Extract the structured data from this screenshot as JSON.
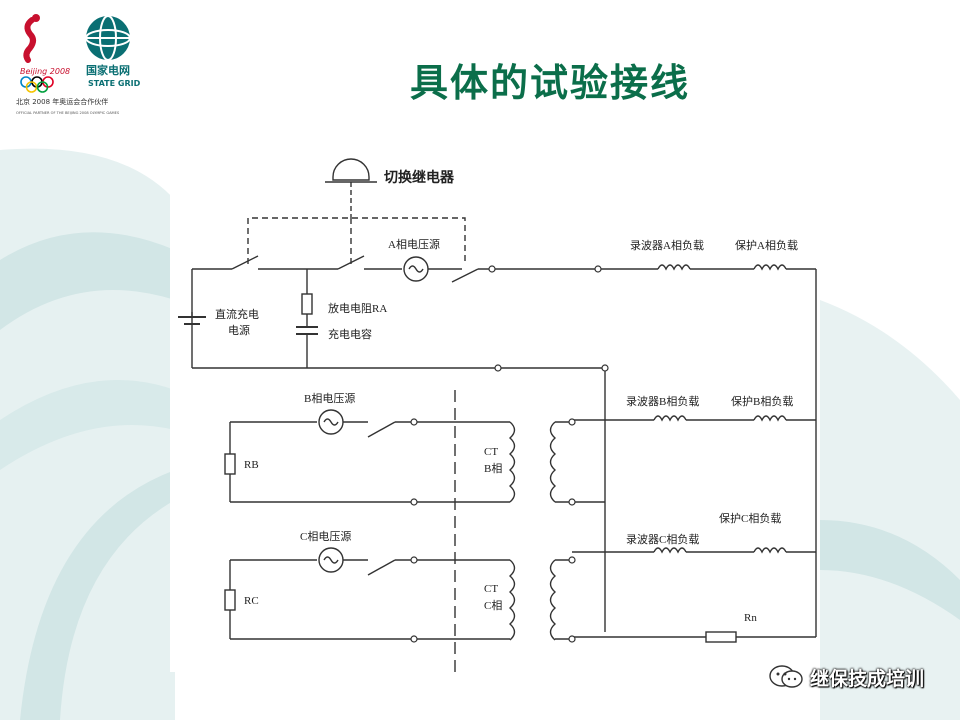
{
  "slide": {
    "title": "具体的试验接线"
  },
  "logo": {
    "olympic_text": "Beijing 2008",
    "grid_cn": "国家电网",
    "grid_en": "STATE GRID",
    "partner_cn": "北京 2008 年奥运会合作伙伴",
    "partner_en": "OFFICIAL PARTNER OF THE BEIJING 2008 OLYMPIC GAMES"
  },
  "diagram": {
    "relay": "切换继电器",
    "source_a": "A相电压源",
    "source_b": "B相电压源",
    "source_c": "C相电压源",
    "dc_supply_line1": "直流充电",
    "dc_supply_line2": "电源",
    "discharge_resistor": "放电电阻RA",
    "capacitor": "充电电容",
    "rb": "RB",
    "rc": "RC",
    "ct_b_line1": "CT",
    "ct_b_line2": "B相",
    "ct_c_line1": "CT",
    "ct_c_line2": "C相",
    "recorder_a": "录波器A相负载",
    "protect_a": "保护A相负载",
    "recorder_b": "录波器B相负载",
    "protect_b": "保护B相负载",
    "recorder_c": "录波器C相负载",
    "protect_c": "保护C相负载",
    "rn": "Rn"
  },
  "watermark": {
    "text": "继保技成培训"
  },
  "colors": {
    "title": "#0b6e4a",
    "background_swoosh": "#cfe3e3",
    "wire": "#333333"
  }
}
